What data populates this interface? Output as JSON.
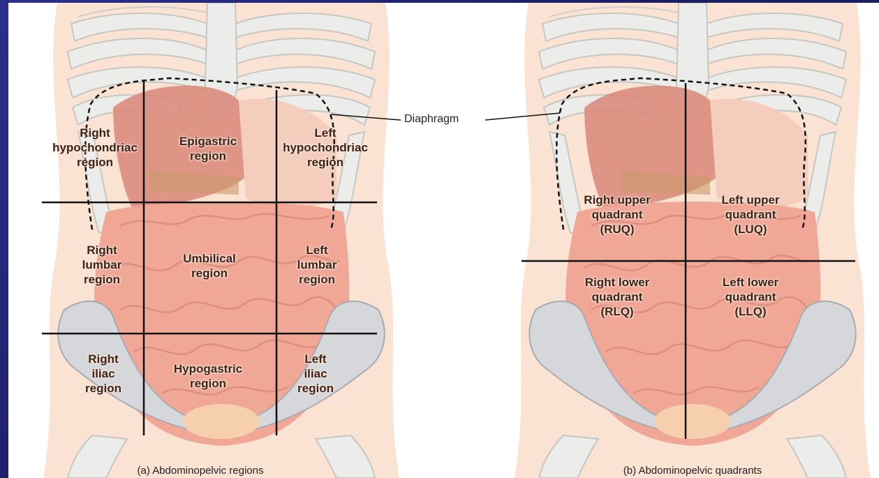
{
  "panel_a": {
    "caption": "(a) Abdominopelvic regions",
    "regions": [
      {
        "id": "right-hypochondriac",
        "lines": [
          "Right",
          "hypochondriac",
          "region"
        ]
      },
      {
        "id": "epigastric",
        "lines": [
          "Epigastric",
          "region"
        ]
      },
      {
        "id": "left-hypochondriac",
        "lines": [
          "Left",
          "hypochondriac",
          "region"
        ]
      },
      {
        "id": "right-lumbar",
        "lines": [
          "Right",
          "lumbar",
          "region"
        ]
      },
      {
        "id": "umbilical",
        "lines": [
          "Umbilical",
          "region"
        ]
      },
      {
        "id": "left-lumbar",
        "lines": [
          "Left",
          "lumbar",
          "region"
        ]
      },
      {
        "id": "right-iliac",
        "lines": [
          "Right",
          "iliac",
          "region"
        ]
      },
      {
        "id": "hypogastric",
        "lines": [
          "Hypogastric",
          "region"
        ]
      },
      {
        "id": "left-iliac",
        "lines": [
          "Left",
          "iliac",
          "region"
        ]
      }
    ]
  },
  "panel_b": {
    "caption": "(b) Abdominopelvic quadrants",
    "quadrants": [
      {
        "id": "ruq",
        "lines": [
          "Right upper",
          "quadrant",
          "(RUQ)"
        ]
      },
      {
        "id": "luq",
        "lines": [
          "Left upper",
          "quadrant",
          "(LUQ)"
        ]
      },
      {
        "id": "rlq",
        "lines": [
          "Right lower",
          "quadrant",
          "(RLQ)"
        ]
      },
      {
        "id": "llq",
        "lines": [
          "Left lower",
          "quadrant",
          "(LLQ)"
        ]
      }
    ]
  },
  "callout": {
    "label": "Diaphragm"
  },
  "colors": {
    "background": "#1e2068",
    "skin": "#fbe3d4",
    "bone": "#e8e8e6",
    "organ": "#d98778",
    "intestine": "#f0a796",
    "pelvis": "#cfd0d4",
    "line": "#111111"
  }
}
